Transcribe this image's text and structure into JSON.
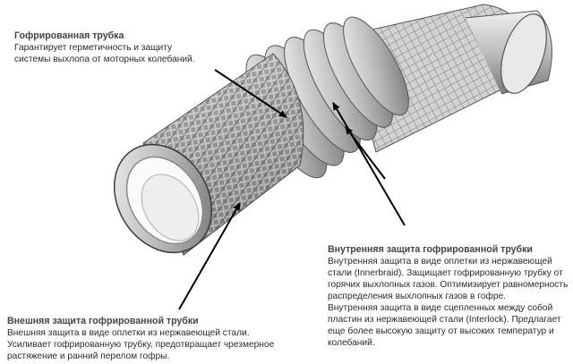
{
  "callouts": {
    "corrugated": {
      "title": "Гофрированная трубка",
      "lines": [
        "Гарантирует герметичность и защиту",
        "системы выхлопа от моторных колебаний."
      ]
    },
    "inner": {
      "title": "Внутренняя защита гофрированной трубки",
      "lines": [
        "Внутренняя защита в виде оплетки из нержавеющей",
        "стали (Innerbraid). Защищает гофрированную трубку от",
        "горячих выхлопных газов. Оптимизирует равномерность",
        "распределения выхлопных газов в гофре.",
        "Внутренняя защита в виде сцепленных между собой",
        "пластин из нержавеющей стали (Interlock). Предлагает",
        "еще более высокую защиту от высоких температур и",
        "колебаний."
      ]
    },
    "outer": {
      "title": "Внешняя защита гофрированной трубки",
      "lines": [
        "Внешняя защита в виде оплетки из нержавеющей стали.",
        "Усиливает гофрированную трубку, предотвращает чрезмерное",
        "растяжение и ранний перелом гофры."
      ]
    }
  },
  "colors": {
    "metal_light": "#e6e6e6",
    "metal_mid": "#9a9a9a",
    "metal_dark": "#3c3c3c",
    "arrow": "#000000"
  }
}
